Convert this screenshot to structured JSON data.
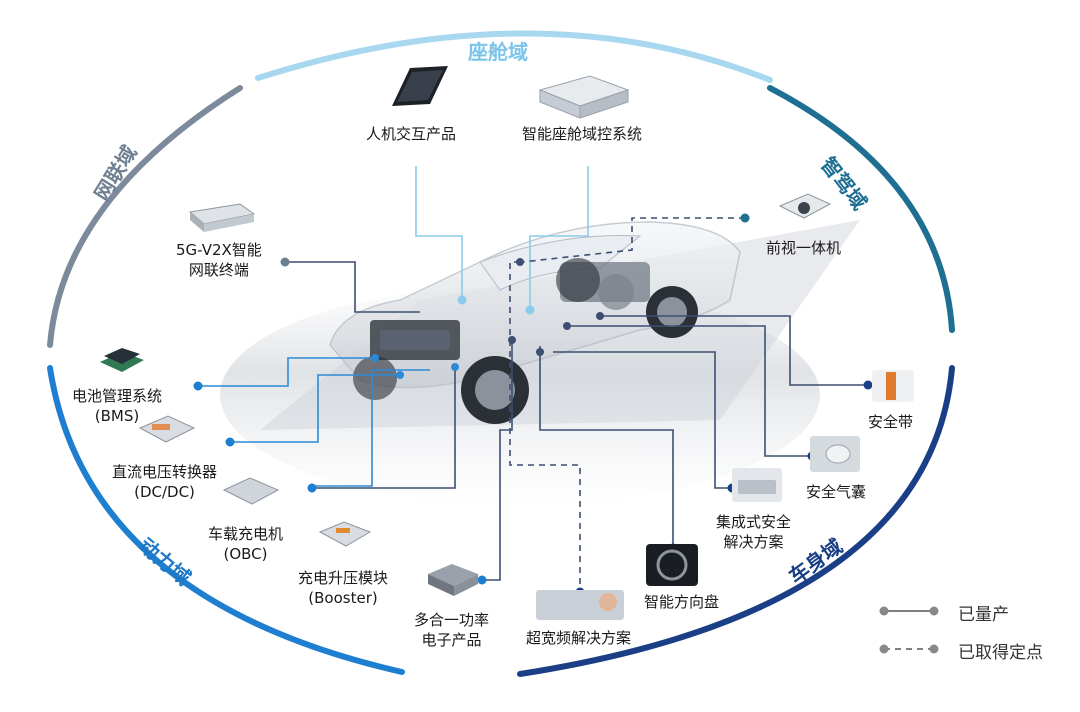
{
  "domains": {
    "cabin": "座舱域",
    "network": "网联域",
    "adas": "智驾域",
    "power": "动力域",
    "body": "车身域"
  },
  "components": {
    "hmi": "人机交互产品",
    "cockpit_ctrl": "智能座舱域控系统",
    "v2x_line1": "5G-V2X智能",
    "v2x_line2": "网联终端",
    "front_camera": "前视一体机",
    "bms_line1": "电池管理系统",
    "bms_line2": "(BMS)",
    "dcdc_line1": "直流电压转换器",
    "dcdc_line2": "(DC/DC)",
    "obc_line1": "车载充电机",
    "obc_line2": "(OBC)",
    "booster_line1": "充电升压模块",
    "booster_line2": "(Booster)",
    "multi_line1": "多合一功率",
    "multi_line2": "电子产品",
    "uwb": "超宽频解决方案",
    "steering": "智能方向盘",
    "integrated_line1": "集成式安全",
    "integrated_line2": "解决方案",
    "airbag": "安全气囊",
    "seatbelt": "安全带"
  },
  "legend": {
    "mass_production": "已量产",
    "designated": "已取得定点"
  },
  "colors": {
    "cabin_arc": "#9fd3ef",
    "network_arc": "#7d8a9c",
    "adas_arc": "#1f6f93",
    "power_arc": "#1e7fd0",
    "body_arc": "#1a3f86",
    "cabin_text": "#7cc4ea",
    "network_text": "#6f7f92",
    "adas_text": "#1f6f93",
    "power_text": "#1e78c8",
    "body_text": "#1a3f86"
  }
}
